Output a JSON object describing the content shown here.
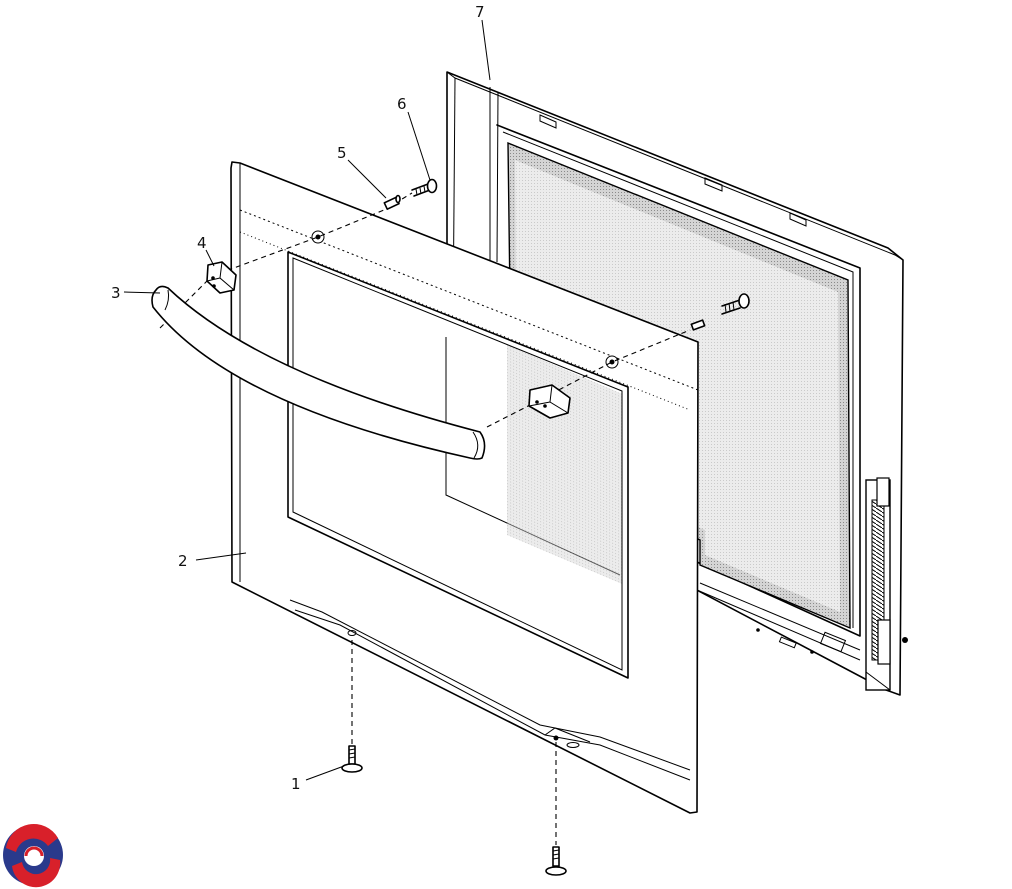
{
  "diagram": {
    "callouts": [
      {
        "id": "1",
        "label": "1"
      },
      {
        "id": "2",
        "label": "2"
      },
      {
        "id": "3",
        "label": "3"
      },
      {
        "id": "4",
        "label": "4"
      },
      {
        "id": "5",
        "label": "5"
      },
      {
        "id": "6",
        "label": "6"
      },
      {
        "id": "7",
        "label": "7"
      }
    ],
    "colors": {
      "line": "#000000",
      "glass_shade": "#bfbfbf",
      "logo_red": "#d8202a",
      "logo_blue": "#2a3a8c"
    },
    "logo": {
      "icon": "brand-logo-icon"
    }
  }
}
